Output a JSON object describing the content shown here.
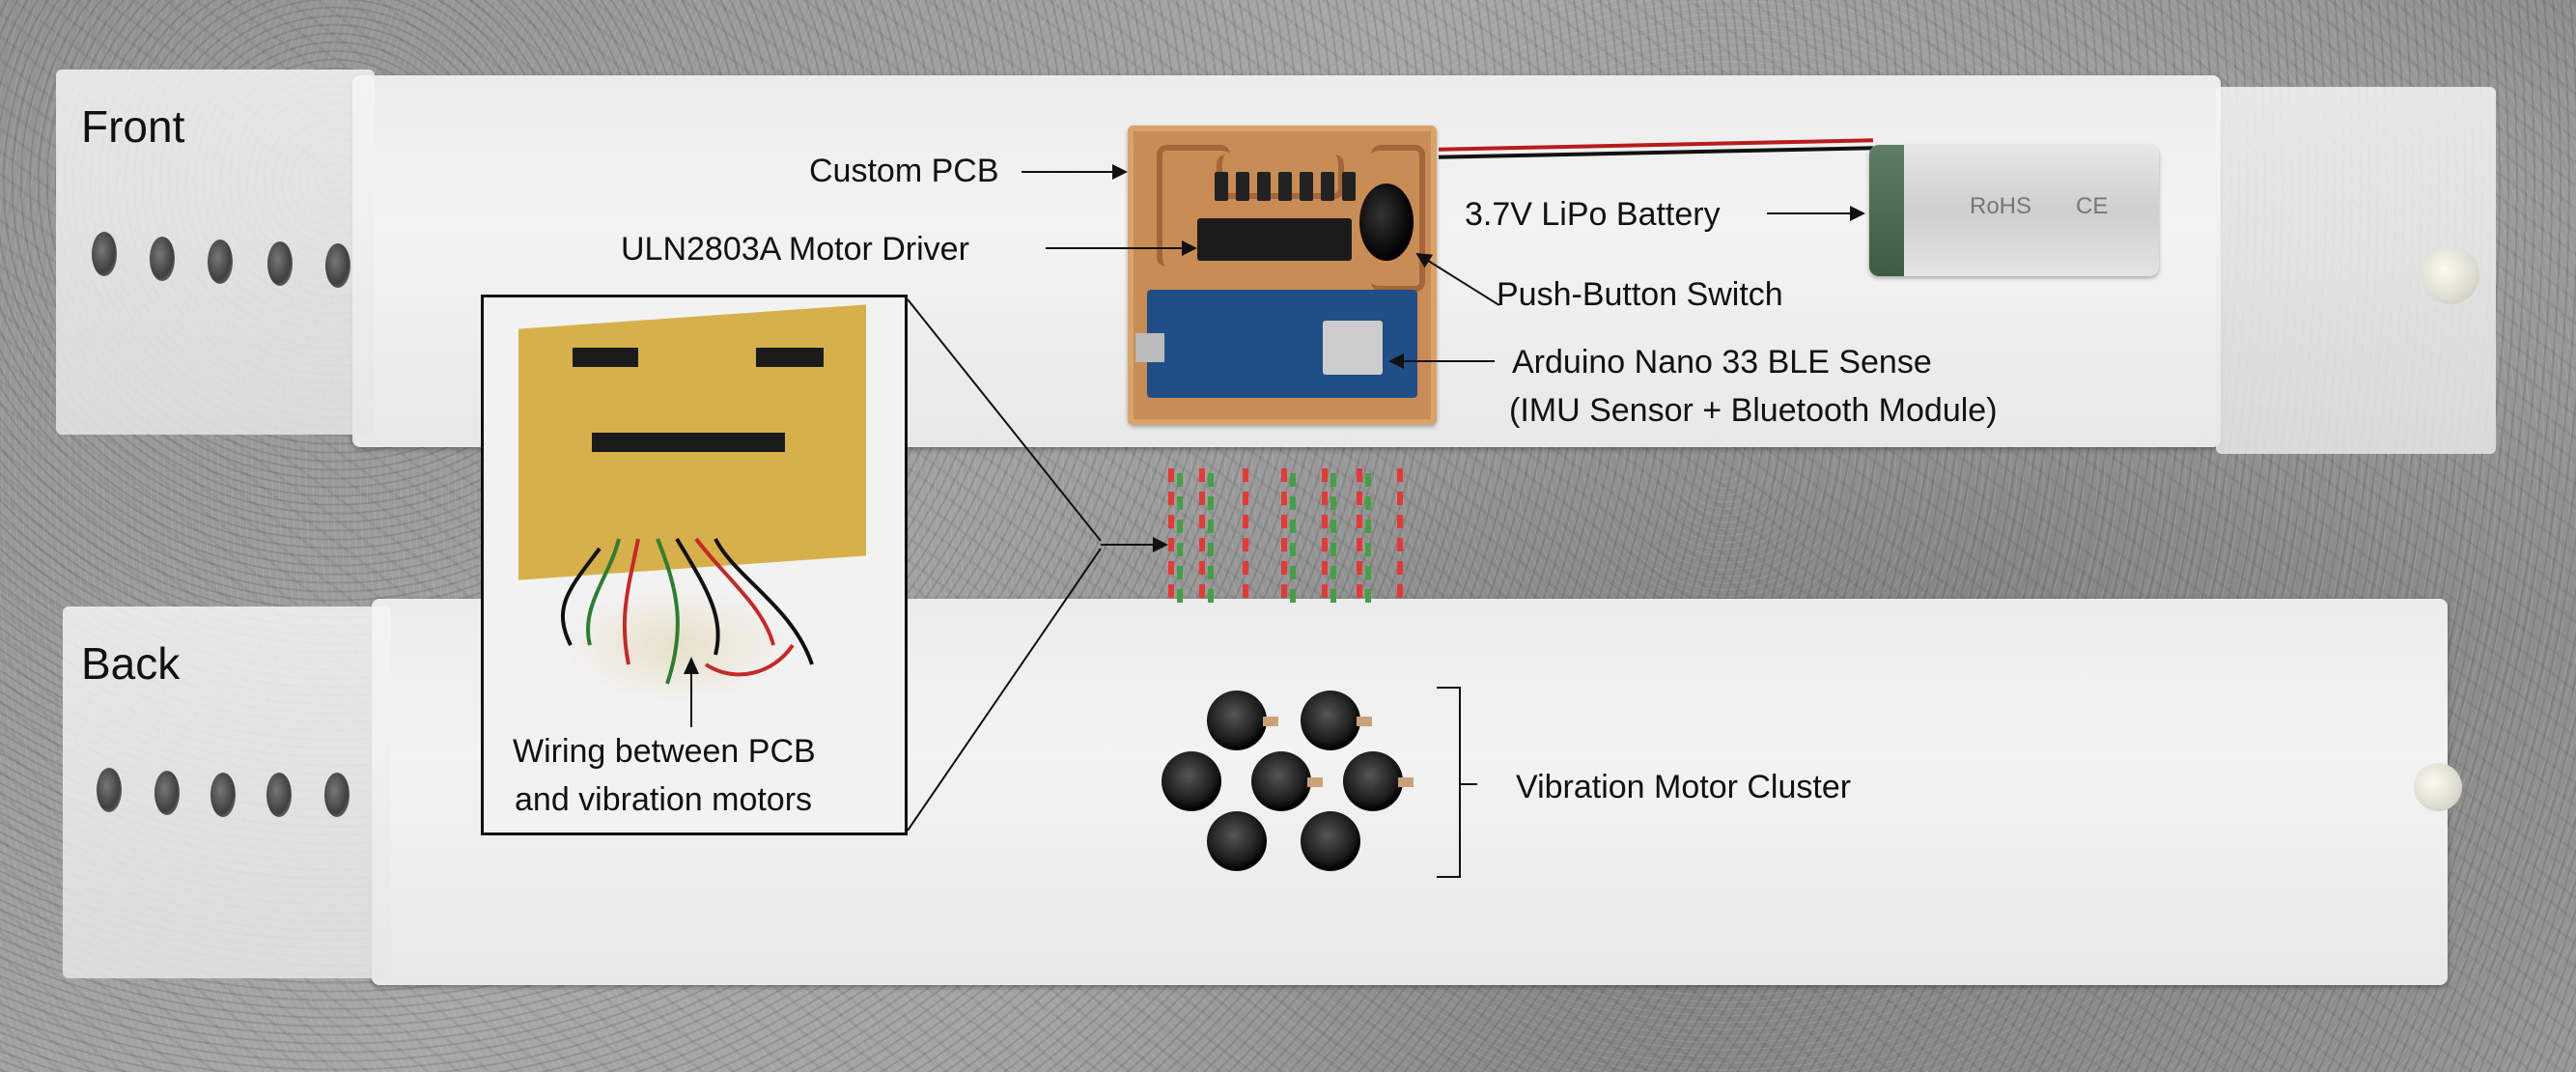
{
  "labels": {
    "front": "Front",
    "back": "Back"
  },
  "annotations": {
    "custom_pcb": "Custom PCB",
    "motor_driver": "ULN2803A Motor Driver",
    "battery": "3.7V LiPo Battery",
    "push_button": "Push-Button Switch",
    "arduino_line1": "Arduino Nano 33 BLE Sense",
    "arduino_line2": "(IMU Sensor + Bluetooth Module)",
    "wiring_line1": "Wiring between PCB",
    "wiring_line2": "and vibration motors",
    "motor_cluster": "Vibration Motor Cluster"
  },
  "battery_marks": {
    "rohs": "RoHS",
    "ce": "CE"
  },
  "colors": {
    "strap": "#efefef",
    "pcb": "#c98c54",
    "arduino": "#1f4f86",
    "dash_red": "#e53935",
    "dash_green": "#43a047",
    "text": "#111111"
  }
}
